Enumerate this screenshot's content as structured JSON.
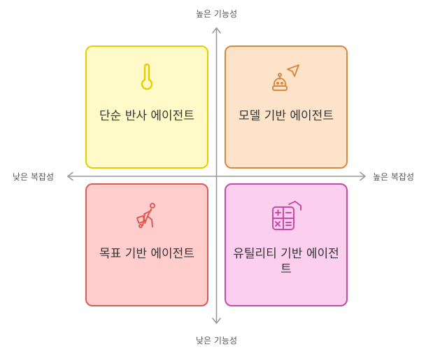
{
  "axes": {
    "top": "높은 기능성",
    "bottom": "낮은 기능성",
    "left": "낮은 복잡성",
    "right": "높은 복잡성"
  },
  "quadrants": {
    "top_left": {
      "title": "단순 반사 에이전트",
      "icon": "thermometer-icon",
      "color": "#fffac8",
      "border": "#e5cd00"
    },
    "top_right": {
      "title": "모델 기반 에이전트",
      "icon": "robot-navigation-icon",
      "color": "#fde3c9",
      "border": "#d9893f"
    },
    "bottom_left": {
      "title": "목표 기반 에이전트",
      "icon": "person-pushing-cart-icon",
      "color": "#fecdcc",
      "border": "#d95a55"
    },
    "bottom_right": {
      "title": "유틸리티 기반 에이전트",
      "icon": "house-calculator-icon",
      "color": "#fccfee",
      "border": "#c84aa8"
    }
  }
}
